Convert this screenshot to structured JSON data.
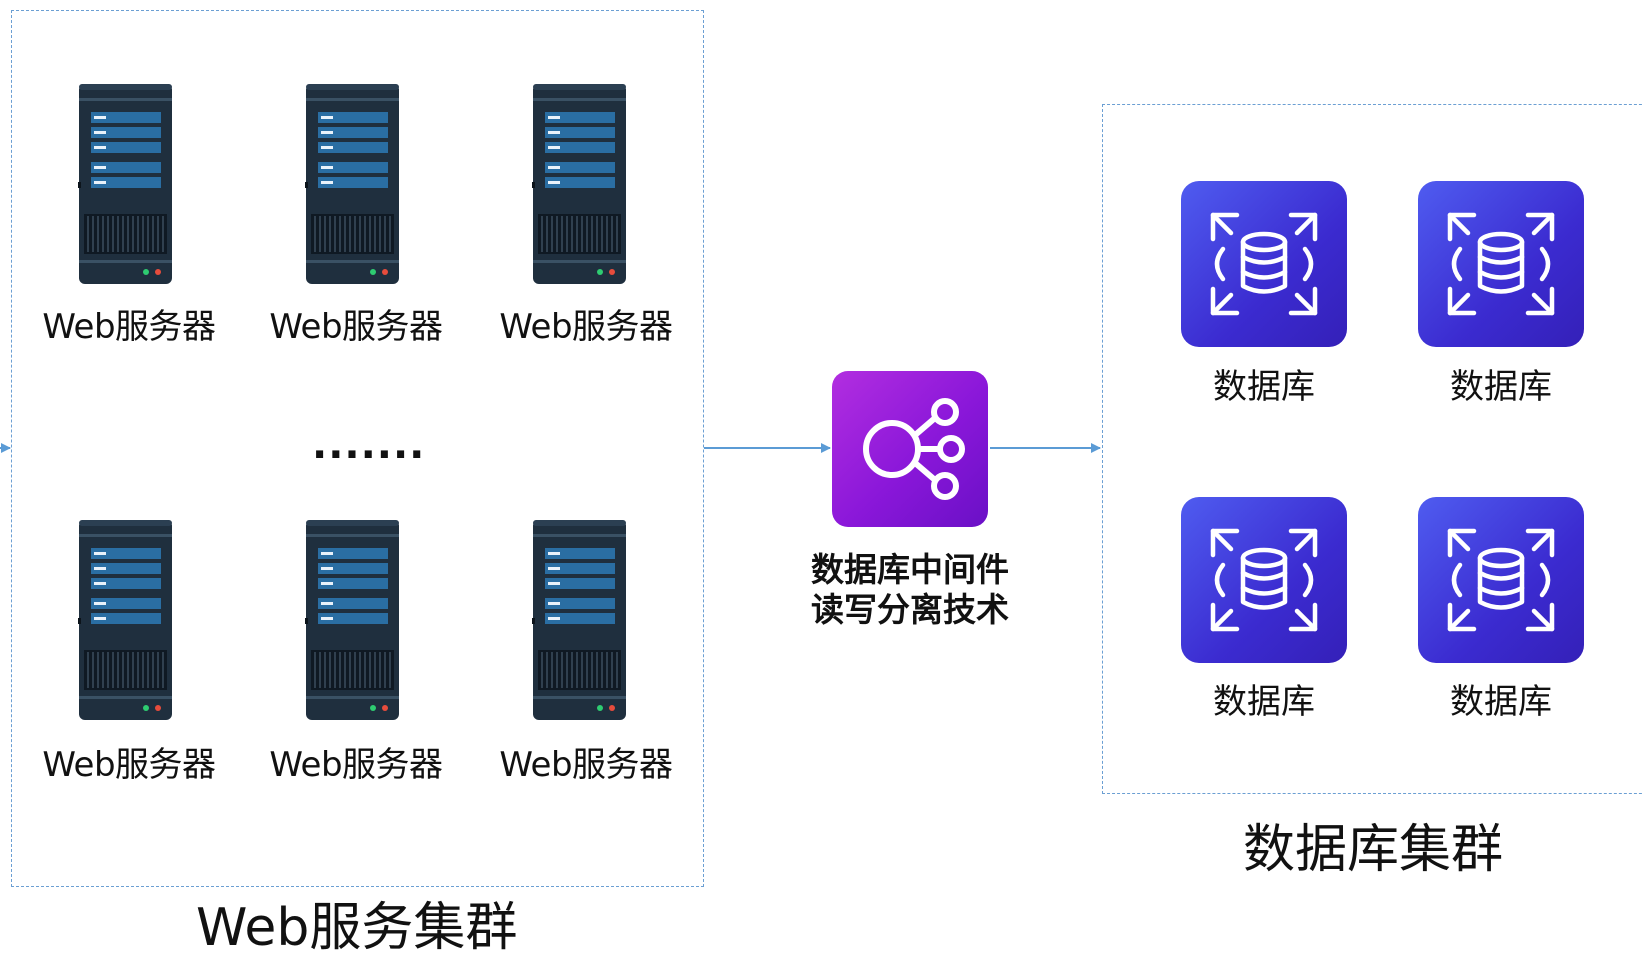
{
  "web_cluster": {
    "title": "Web服务集群",
    "ellipsis": ".......",
    "servers": [
      {
        "label": "Web服务器"
      },
      {
        "label": "Web服务器"
      },
      {
        "label": "Web服务器"
      },
      {
        "label": "Web服务器"
      },
      {
        "label": "Web服务器"
      },
      {
        "label": "Web服务器"
      }
    ]
  },
  "middleware": {
    "line1": "数据库中间件",
    "line2": "读写分离技术",
    "icon": "share-nodes-icon"
  },
  "db_cluster": {
    "title": "数据库集群",
    "databases": [
      {
        "label": "数据库"
      },
      {
        "label": "数据库"
      },
      {
        "label": "数据库"
      },
      {
        "label": "数据库"
      }
    ]
  },
  "colors": {
    "border": "#6b9fd3",
    "arrow": "#5b9bd5",
    "db_icon": "#3b2bd0",
    "middleware_icon": "#8a17d9",
    "server_body": "#1e2d3c"
  }
}
